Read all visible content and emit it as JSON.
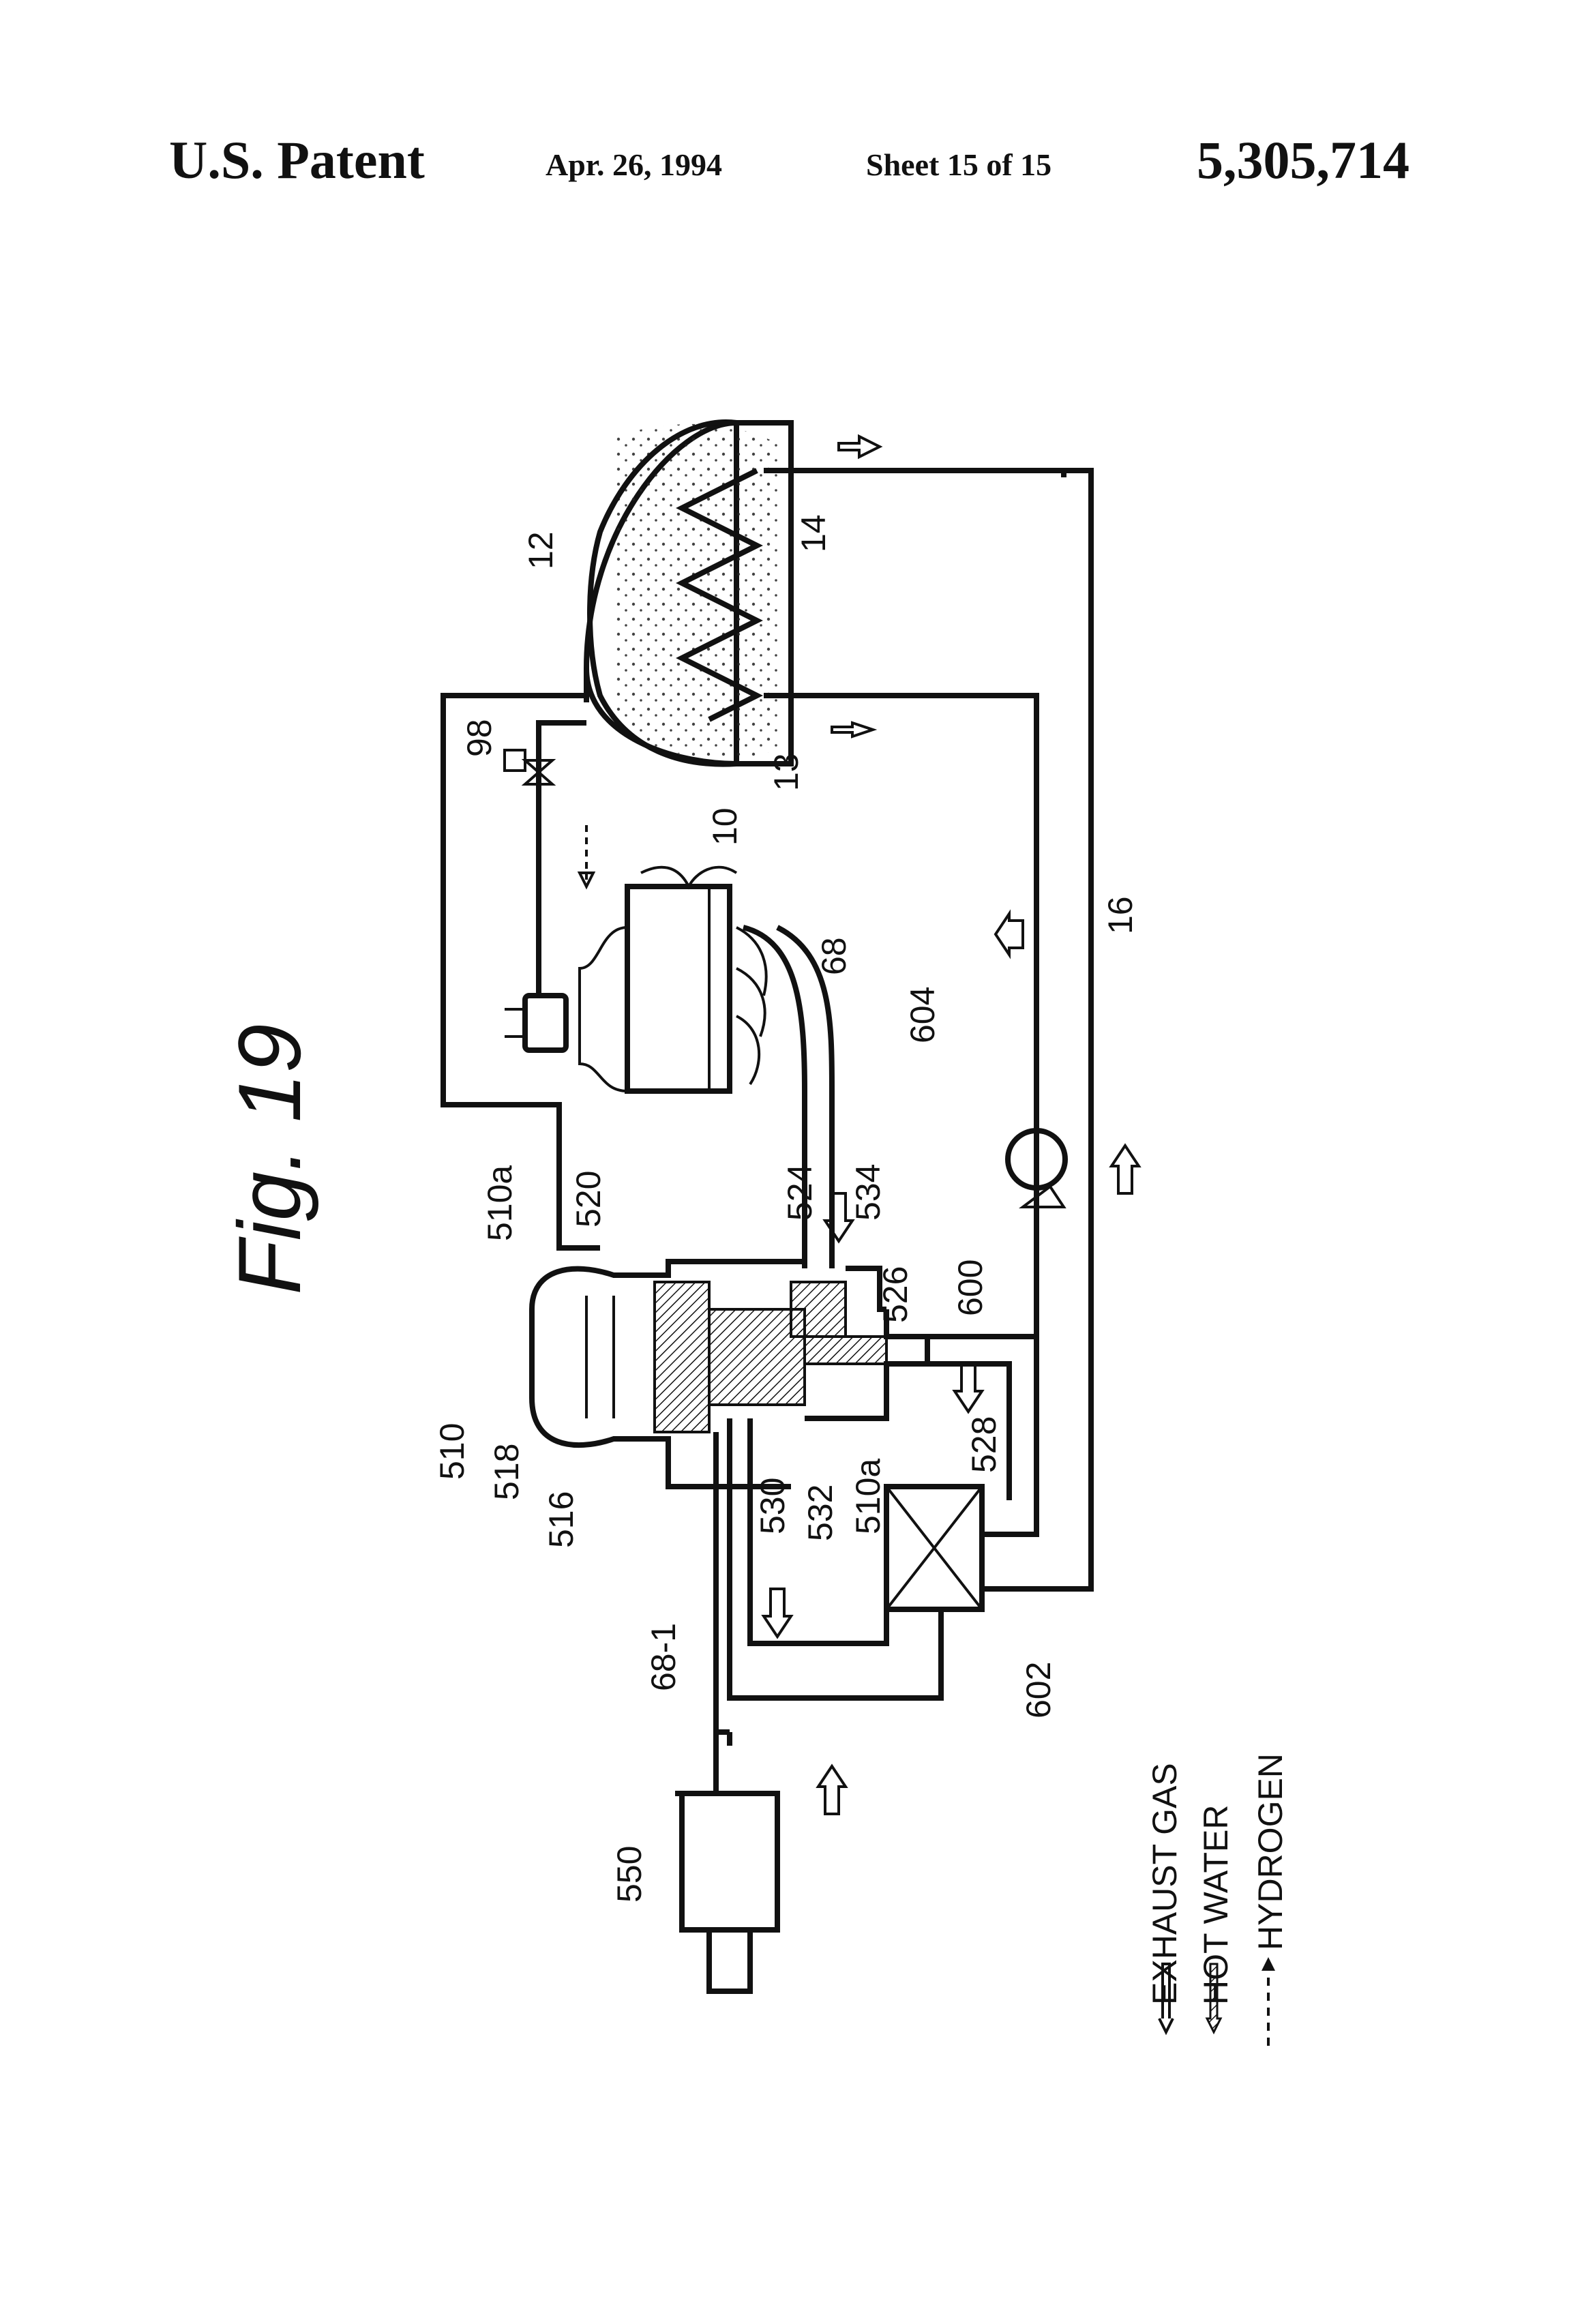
{
  "header": {
    "left": "U.S. Patent",
    "date": "Apr. 26, 1994",
    "sheet": "Sheet 15 of 15",
    "patent_number": "5,305,714"
  },
  "figure": {
    "title": "Fig. 19",
    "labels": {
      "r12": "12",
      "r13": "13",
      "r14": "14",
      "r16": "16",
      "r98": "98",
      "r10": "10",
      "r68": "68",
      "r604": "604",
      "r510a_top": "510a",
      "r520": "520",
      "r524": "524",
      "r534": "534",
      "r526": "526",
      "r600": "600",
      "r510": "510",
      "r518": "518",
      "r516": "516",
      "r530": "530",
      "r532": "532",
      "r510a_bot": "510a",
      "r528": "528",
      "r68_1": "68-1",
      "r602": "602",
      "r550": "550"
    },
    "legend": {
      "exhaust": "EXHAUST GAS",
      "hot_water": "HOT WATER",
      "hydrogen": "HYDROGEN"
    }
  },
  "colors": {
    "ink": "#111111",
    "paper": "#ffffff"
  }
}
